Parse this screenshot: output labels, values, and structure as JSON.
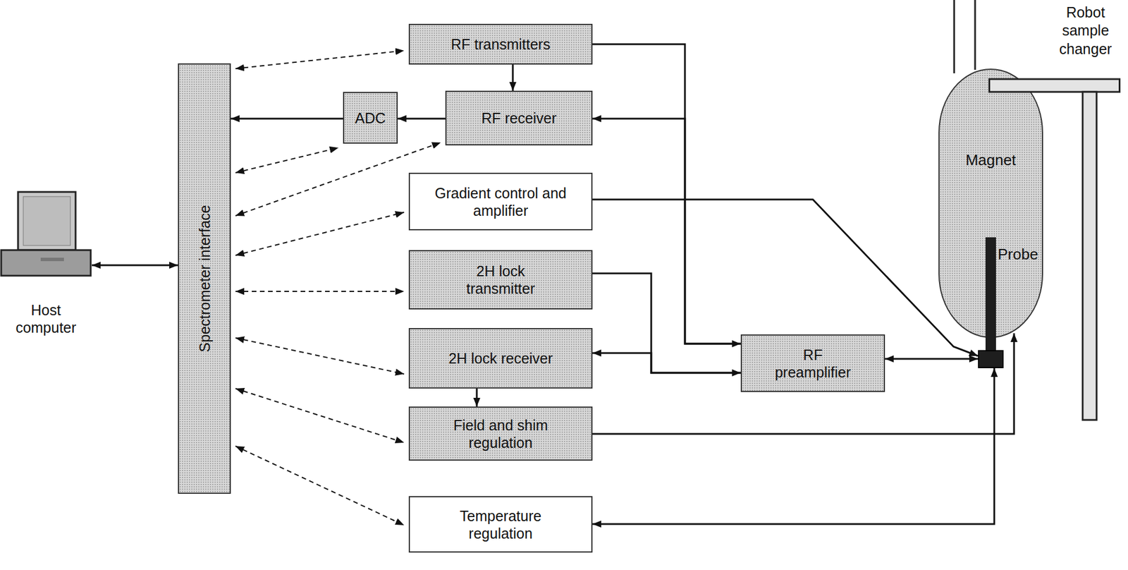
{
  "diagram": {
    "nodes": [
      {
        "text": [
          "Host computer"
        ]
      },
      {
        "text": [
          "Spectrometer interface"
        ]
      },
      {
        "text": [
          "RF transmitters"
        ]
      },
      {
        "text": [
          "ADC"
        ]
      },
      {
        "text": [
          "RF receiver"
        ]
      },
      {
        "text": [
          "Gradient control and amplifier"
        ]
      },
      {
        "text": [
          "2H lock transmitter"
        ]
      },
      {
        "text": [
          "2H lock receiver"
        ]
      },
      {
        "text": [
          "Field and shim regulation"
        ]
      },
      {
        "text": [
          "Temperature regulation"
        ]
      },
      {
        "text": [
          "RF preamplifier"
        ]
      },
      {
        "text": [
          "Magnet"
        ]
      },
      {
        "text": [
          "Probe"
        ],
        "in": 11
      },
      {
        "text": [
          "Robot sample changer"
        ]
      }
    ],
    "edges": [
      {
        "from": 0,
        "to": 1,
        "arrow": "both"
      },
      {
        "from": 1,
        "to": 2,
        "arrow": "both"
      },
      {
        "from": 1,
        "to": 3,
        "arrow": "both"
      },
      {
        "from": 1,
        "to": 4,
        "arrow": "both"
      },
      {
        "from": 1,
        "to": 5,
        "arrow": "both"
      },
      {
        "from": 1,
        "to": 6,
        "arrow": "both"
      },
      {
        "from": 1,
        "to": 7,
        "arrow": "both"
      },
      {
        "from": 1,
        "to": 8,
        "arrow": "both"
      },
      {
        "from": 1,
        "to": 9,
        "arrow": "both"
      },
      {
        "from": 2,
        "to": 4,
        "arrow": "to"
      },
      {
        "from": 2,
        "to": 10,
        "arrow": "to"
      },
      {
        "from": 10,
        "to": 4,
        "arrow": "to"
      },
      {
        "from": 4,
        "to": 3,
        "arrow": "to"
      },
      {
        "from": 3,
        "to": 1,
        "arrow": "to"
      },
      {
        "from": 5,
        "to": 12,
        "arrow": "to"
      },
      {
        "from": 6,
        "to": 10,
        "arrow": "to"
      },
      {
        "from": 10,
        "to": 7,
        "arrow": "to"
      },
      {
        "from": 7,
        "to": 8,
        "arrow": "to"
      },
      {
        "from": 8,
        "to": 11,
        "arrow": "to"
      },
      {
        "from": 9,
        "to": 12,
        "arrow": "both"
      },
      {
        "from": 10,
        "to": 12,
        "arrow": "both"
      }
    ]
  }
}
